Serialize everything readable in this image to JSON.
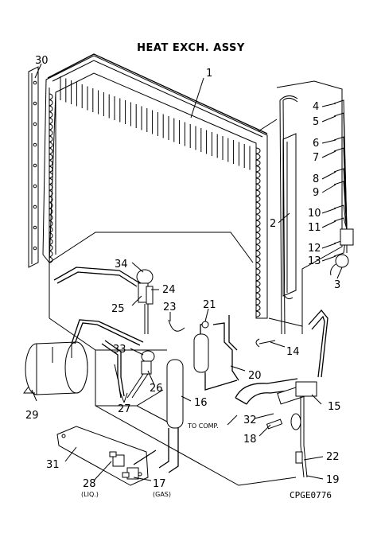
{
  "diagram": {
    "title": "HEAT EXCH. ASSY",
    "code": "CPGE0776",
    "note_to_comp": "TO COMP.",
    "part_labels": {
      "p1": "1",
      "p2": "2",
      "p3": "3",
      "p4": "4",
      "p5": "5",
      "p6": "6",
      "p7": "7",
      "p8": "8",
      "p9": "9",
      "p10": "10",
      "p11": "11",
      "p12": "12",
      "p13": "13",
      "p14": "14",
      "p15": "15",
      "p16": "16",
      "p17": "17",
      "p18": "18",
      "p19": "19",
      "p20": "20",
      "p21": "21",
      "p22": "22",
      "p23": "23",
      "p24": "24",
      "p25": "25",
      "p26": "26",
      "p27": "27",
      "p28": "28",
      "p29": "29",
      "p30": "30",
      "p31": "31",
      "p32": "32",
      "p33": "33",
      "p34": "34"
    },
    "sub_labels": {
      "liq": "(LIQ.)",
      "gas": "(GAS)"
    }
  }
}
